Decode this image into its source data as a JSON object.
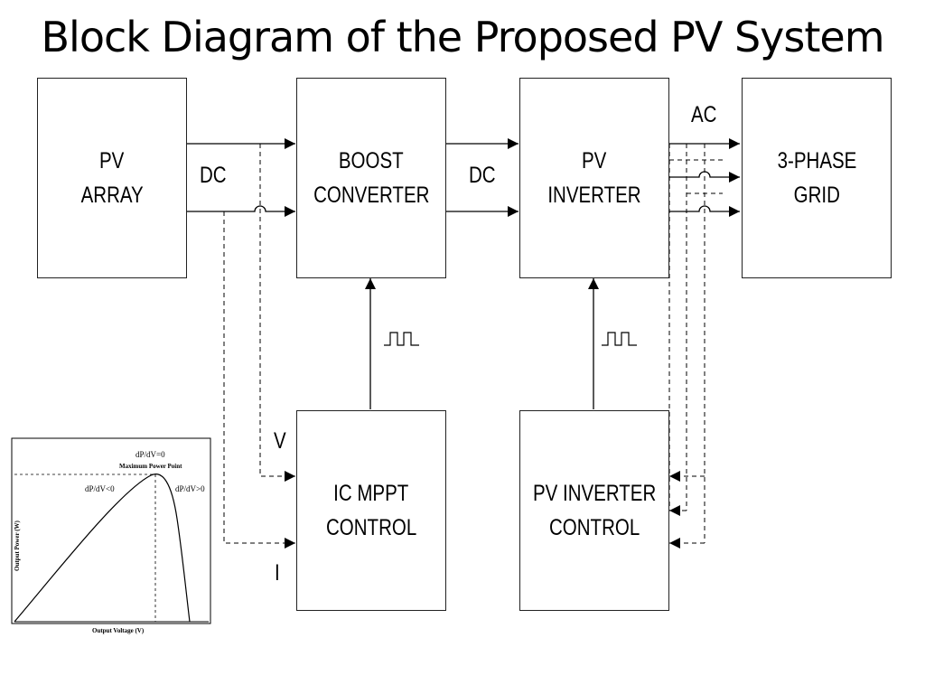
{
  "title": "Block Diagram of the Proposed PV System",
  "blocks": {
    "pv_array": [
      "PV",
      "ARRAY"
    ],
    "boost": [
      "BOOST",
      "CONVERTER"
    ],
    "inverter": [
      "PV",
      "INVERTER"
    ],
    "grid": [
      "3-PHASE",
      "GRID"
    ],
    "mppt": [
      "IC MPPT",
      "CONTROL"
    ],
    "inv_control": [
      "PV INVERTER",
      "CONTROL"
    ]
  },
  "labels": {
    "dc1": "DC",
    "dc2": "DC",
    "ac": "AC",
    "v": "V",
    "i": "I"
  },
  "inset": {
    "y_axis": "Output Power (W)",
    "x_axis": "Output Voltage (V)",
    "top_label": "dP/dV=0",
    "mpp_label": "Maximum Power Point",
    "left_label": "dP/dV<0",
    "right_label": "dP/dV>0"
  }
}
